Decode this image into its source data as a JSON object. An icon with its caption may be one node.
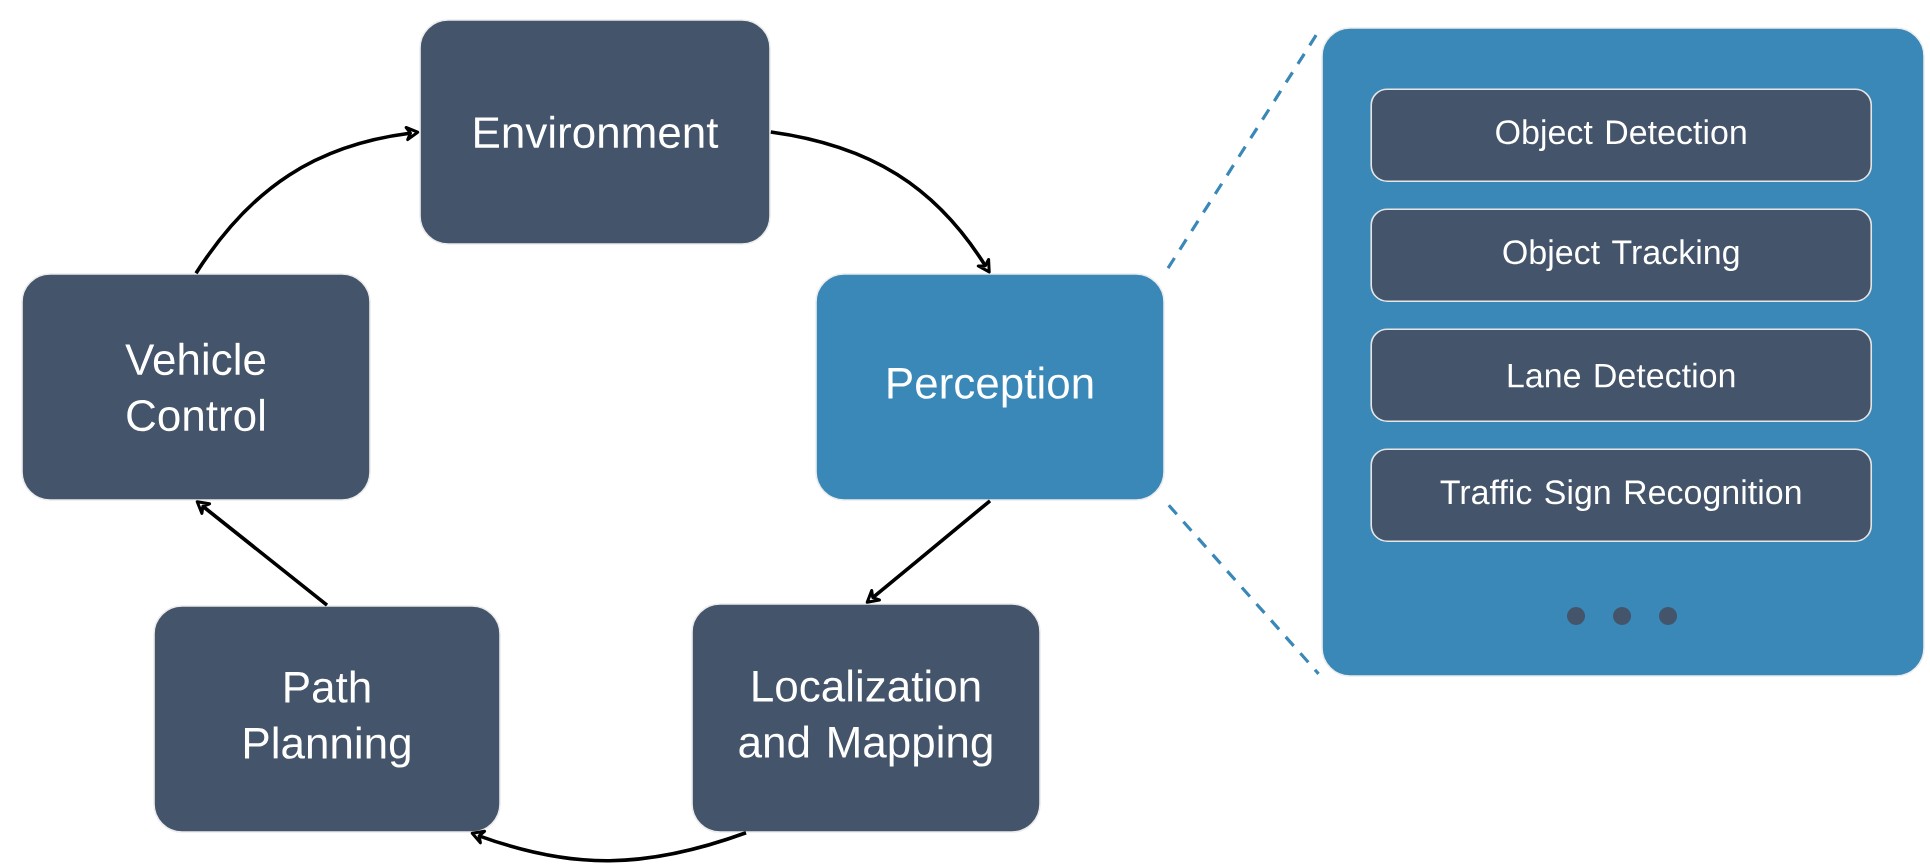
{
  "diagram": {
    "nodes": [
      {
        "text": [
          "Environment"
        ]
      },
      {
        "text": [
          "Perception"
        ]
      },
      {
        "text": [
          "Localization and Mapping"
        ]
      },
      {
        "text": [
          "Path Planning"
        ]
      },
      {
        "text": [
          "Vehicle Control"
        ]
      },
      {
        "text": [],
        "shape": "box"
      },
      {
        "text": [
          "Object Detection"
        ],
        "in": 5
      },
      {
        "text": [
          "Object Tracking"
        ],
        "in": 5
      },
      {
        "text": [
          "Lane Detection"
        ],
        "in": 5
      },
      {
        "text": [
          "Traffic Sign Recognition"
        ],
        "in": 5
      }
    ],
    "edges": [
      {
        "from": 0,
        "to": 1,
        "arrow": "to"
      },
      {
        "from": 1,
        "to": 2,
        "arrow": "to"
      },
      {
        "from": 2,
        "to": 3,
        "arrow": "to"
      },
      {
        "from": 3,
        "to": 4,
        "arrow": "to"
      },
      {
        "from": 4,
        "to": 0,
        "arrow": "to"
      },
      {
        "from": 1,
        "to": 5,
        "arrow": "none",
        "style": "dashed",
        "color": "#3a88b8"
      },
      {
        "from": 1,
        "to": 5,
        "arrow": "none",
        "style": "dashed",
        "color": "#3a88b8"
      }
    ]
  }
}
